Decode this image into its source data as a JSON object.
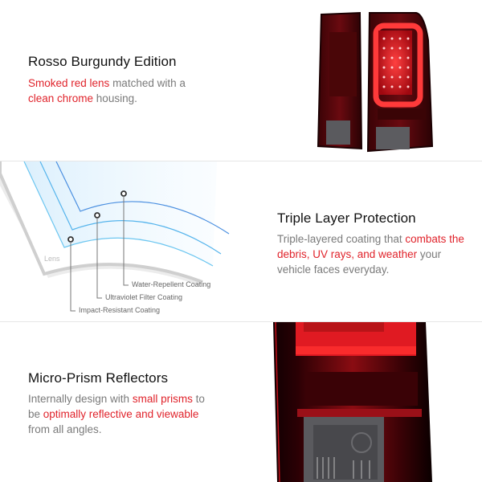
{
  "sections": [
    {
      "title": "Rosso Burgundy Edition",
      "desc": [
        {
          "text": "Smoked red lens",
          "highlight": true
        },
        {
          "text": " matched with a ",
          "highlight": false
        },
        {
          "text": "clean chrome",
          "highlight": true
        },
        {
          "text": " housing.",
          "highlight": false
        }
      ]
    },
    {
      "title": "Triple Layer Protection",
      "desc": [
        {
          "text": "Triple-layered coating that ",
          "highlight": false
        },
        {
          "text": "combats the debris, UV rays, and weather",
          "highlight": true
        },
        {
          "text": " your vehicle faces everyday.",
          "highlight": false
        }
      ],
      "diagram": {
        "lens_label": "Lens",
        "callouts": [
          "Water-Repellent Coating",
          "Ultraviolet Filter Coating",
          "Impact-Resistant Coating"
        ]
      }
    },
    {
      "title": "Micro-Prism Reflectors",
      "desc": [
        {
          "text": "Internally design with ",
          "highlight": false
        },
        {
          "text": "small prisms",
          "highlight": true
        },
        {
          "text": " to be ",
          "highlight": false
        },
        {
          "text": "optimally reflective and viewable",
          "highlight": true
        },
        {
          "text": " from all angles.",
          "highlight": false
        }
      ]
    }
  ],
  "colors": {
    "highlight": "#e0232b",
    "body_text": "#7a7a7a",
    "title_text": "#111111",
    "coating_blue": "#4aa8e8"
  }
}
